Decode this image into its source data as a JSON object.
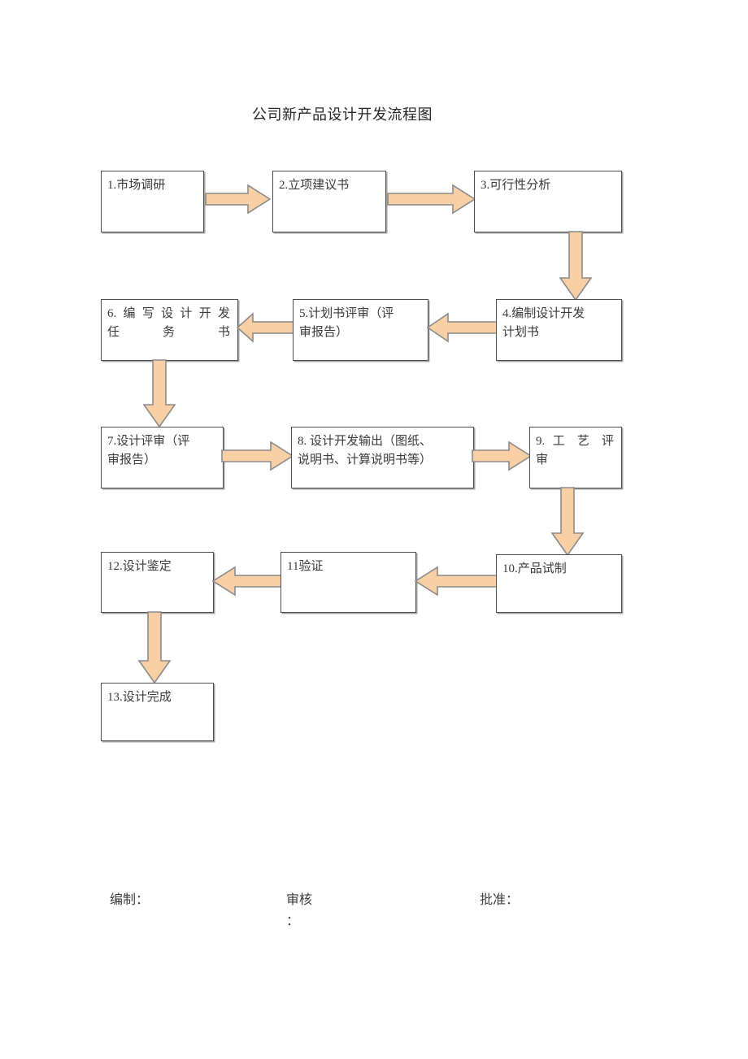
{
  "title": "公司新产品设计开发流程图",
  "nodes": [
    {
      "id": "n1",
      "label": "1.市场调研"
    },
    {
      "id": "n2",
      "label": "2.立项建议书"
    },
    {
      "id": "n3",
      "label": "3.可行性分析"
    },
    {
      "id": "n4",
      "label": "4.编制设计开发\n计划书"
    },
    {
      "id": "n5",
      "label": "5.计划书评审（评\n审报告）"
    },
    {
      "id": "n6",
      "label": "6.编写设计开发\n任务书"
    },
    {
      "id": "n7",
      "label": "7.设计评审（评\n审报告）"
    },
    {
      "id": "n8",
      "label": "8. 设计开发输出（图纸、\n说明书、计算说明书等）"
    },
    {
      "id": "n9",
      "label": "9. 工 艺 评\n审"
    },
    {
      "id": "n10",
      "label": "10.产品试制"
    },
    {
      "id": "n11",
      "label": "11验证"
    },
    {
      "id": "n12",
      "label": "12.设计鉴定"
    },
    {
      "id": "n13",
      "label": "13.设计完成"
    }
  ],
  "arrows": [
    {
      "id": "a1",
      "from": "n1",
      "to": "n2",
      "direction": "right"
    },
    {
      "id": "a2",
      "from": "n2",
      "to": "n3",
      "direction": "right"
    },
    {
      "id": "a3",
      "from": "n3",
      "to": "n4",
      "direction": "down"
    },
    {
      "id": "a4",
      "from": "n4",
      "to": "n5",
      "direction": "left"
    },
    {
      "id": "a5",
      "from": "n5",
      "to": "n6",
      "direction": "left"
    },
    {
      "id": "a6",
      "from": "n6",
      "to": "n7",
      "direction": "down"
    },
    {
      "id": "a7",
      "from": "n7",
      "to": "n8",
      "direction": "right"
    },
    {
      "id": "a8",
      "from": "n8",
      "to": "n9",
      "direction": "right"
    },
    {
      "id": "a9",
      "from": "n9",
      "to": "n10",
      "direction": "down"
    },
    {
      "id": "a10",
      "from": "n10",
      "to": "n11",
      "direction": "left"
    },
    {
      "id": "a11",
      "from": "n11",
      "to": "n12",
      "direction": "left"
    },
    {
      "id": "a12",
      "from": "n12",
      "to": "n13",
      "direction": "down"
    }
  ],
  "footer": {
    "prepared_by": "编制：",
    "reviewed_by": "审核\n：",
    "approved_by": "批准："
  },
  "colors": {
    "arrow_fill": "#F9CFA5",
    "arrow_stroke": "#8A8A8A",
    "node_border": "#4D4D4D",
    "text": "#3A3A3A",
    "page_background": "#FFFFFF"
  }
}
